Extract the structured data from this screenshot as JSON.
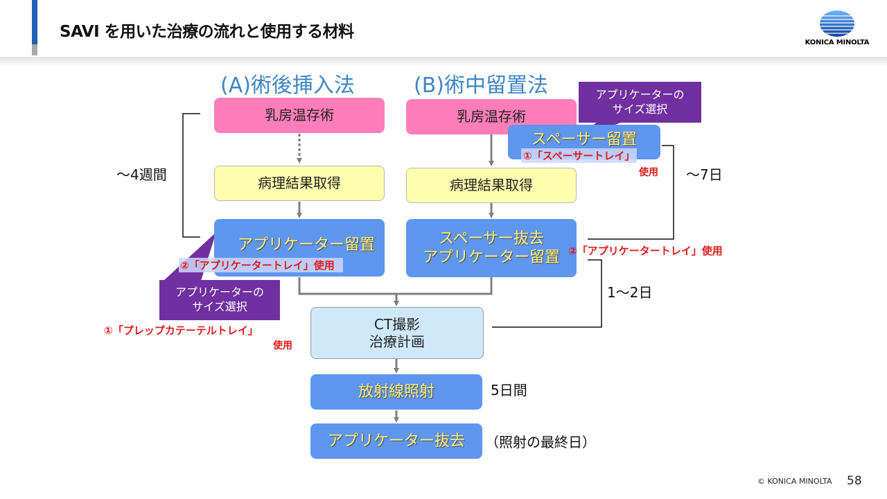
{
  "header": {
    "title": "SAVI を用いた治療の流れと使用する材料",
    "logo_text": "KONICA MINOLTA"
  },
  "columns": {
    "a_title": "(A)術後挿入法",
    "b_title": "(B)術中留置法"
  },
  "flow_a": {
    "step1": "乳房温存術",
    "step2": "病理結果取得",
    "step3": "アプリケーター留置"
  },
  "flow_b": {
    "step1": "乳房温存術",
    "spacer": "スペーサー留置",
    "step2": "病理結果取得",
    "step3_line1": "スペーサー抜去",
    "step3_line2": "アプリケーター留置"
  },
  "common": {
    "ct_line1": "CT撮影",
    "ct_line2": "治療計画",
    "irradiation": "放射線照射",
    "removal": "アプリケーター抜去"
  },
  "callouts": {
    "top_line1": "アプリケーターの",
    "top_line2": "サイズ選択",
    "left_line1": "アプリケーターの",
    "left_line2": "サイズ選択"
  },
  "annotations": {
    "spacer_tray": "①「スペーサートレイ」",
    "spacer_tray_use": "使用",
    "applicator_tray_a": "②「アプリケータートレイ」使用",
    "applicator_tray_b": "②「アプリケータートレイ」使用",
    "prep_tray": "①「プレップカテーテルトレイ」",
    "prep_tray_use": "使用"
  },
  "durations": {
    "four_weeks": "～4週間",
    "seven_days": "～7日",
    "one_two_days": "1～2日",
    "five_days": "5日間",
    "last_day": "（照射の最終日）"
  },
  "footer": {
    "copyright": "© KONICA MINOLTA",
    "page_number": "58"
  },
  "colors": {
    "pink": "#ff7eb9",
    "yellow": "#fefeae",
    "blue": "#5f96f0",
    "ct": "#cfe9fb",
    "purple": "#7030a0",
    "red": "#e31919",
    "heading_blue": "#3d85c6"
  }
}
